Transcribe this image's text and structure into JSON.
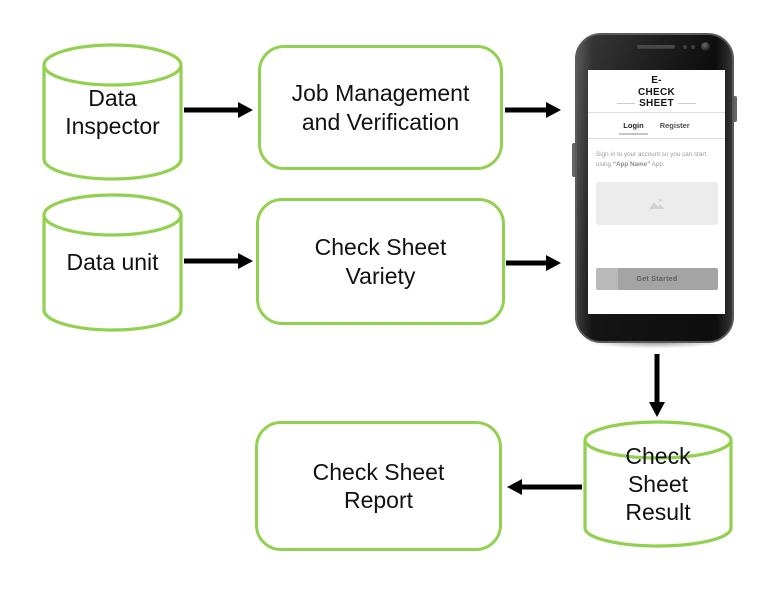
{
  "colors": {
    "green": "#92d050",
    "arrow": "#000000"
  },
  "nodes": {
    "data_inspector": {
      "label": "Data Inspector",
      "shape": "cylinder"
    },
    "job_management": {
      "label": "Job Management and Verification",
      "shape": "rounded-box"
    },
    "data_unit": {
      "label": "Data unit",
      "shape": "cylinder"
    },
    "check_sheet_variety": {
      "label": "Check Sheet Variety",
      "shape": "rounded-box"
    },
    "check_sheet_report": {
      "label": "Check Sheet Report",
      "shape": "rounded-box"
    },
    "check_sheet_result": {
      "label": "Check Sheet Result",
      "shape": "cylinder"
    }
  },
  "phone": {
    "title_lines": [
      "E-",
      "CHECK",
      "SHEET"
    ],
    "tabs": [
      {
        "label": "Login",
        "active": true
      },
      {
        "label": "Register",
        "active": false
      }
    ],
    "signin_line1": "Sign in  to your account so you can start",
    "signin_line2_before": "using ",
    "signin_line2_bold": "“App Name”",
    "signin_line2_after": " App.",
    "button_label": "Get Started"
  }
}
